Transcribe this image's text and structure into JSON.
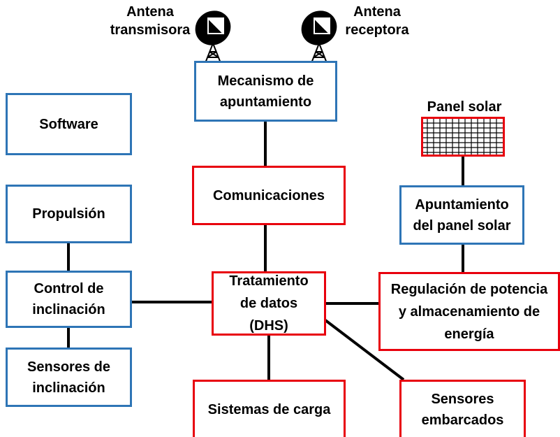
{
  "colors": {
    "blue_border": "#2E75B6",
    "red_border": "#E8000D",
    "line": "#000000",
    "text": "#000000"
  },
  "antennas": {
    "transmit": {
      "label": "Antena\ntransmisora",
      "icon": "satellite-dish-icon"
    },
    "receive": {
      "label": "Antena\nreceptora",
      "icon": "satellite-dish-icon"
    }
  },
  "solar_panel": {
    "label": "Panel solar",
    "icon": "solar-panel-grid-icon"
  },
  "blocks": {
    "pointing": {
      "label": "Mecanismo de\napuntamiento",
      "border": "blue"
    },
    "software": {
      "label": "Software",
      "border": "blue"
    },
    "communications": {
      "label": "Comunicaciones",
      "border": "red"
    },
    "propulsion": {
      "label": "Propulsión",
      "border": "blue"
    },
    "solar_pointing": {
      "label": "Apuntamiento\ndel panel solar",
      "border": "blue"
    },
    "tilt_control": {
      "label": "Control de\ninclinación",
      "border": "blue"
    },
    "dhs": {
      "label": "Tratamiento\nde datos\n(DHS)",
      "border": "red"
    },
    "power": {
      "label": "Regulación de potencia\ny almacenamiento de\nenergía",
      "border": "red"
    },
    "tilt_sensors": {
      "label": "Sensores de\ninclinación",
      "border": "blue"
    },
    "payload": {
      "label": "Sistemas de carga",
      "border": "red"
    },
    "onboard_sensors": {
      "label": "Sensores\nembarcados",
      "border": "red"
    }
  },
  "connections": [
    [
      "pointing",
      "communications"
    ],
    [
      "communications",
      "dhs"
    ],
    [
      "propulsion",
      "tilt_control"
    ],
    [
      "tilt_control",
      "tilt_sensors"
    ],
    [
      "tilt_control",
      "dhs"
    ],
    [
      "dhs",
      "power"
    ],
    [
      "dhs",
      "payload"
    ],
    [
      "dhs",
      "onboard_sensors"
    ],
    [
      "solar_panel",
      "solar_pointing"
    ],
    [
      "solar_pointing",
      "power"
    ]
  ]
}
